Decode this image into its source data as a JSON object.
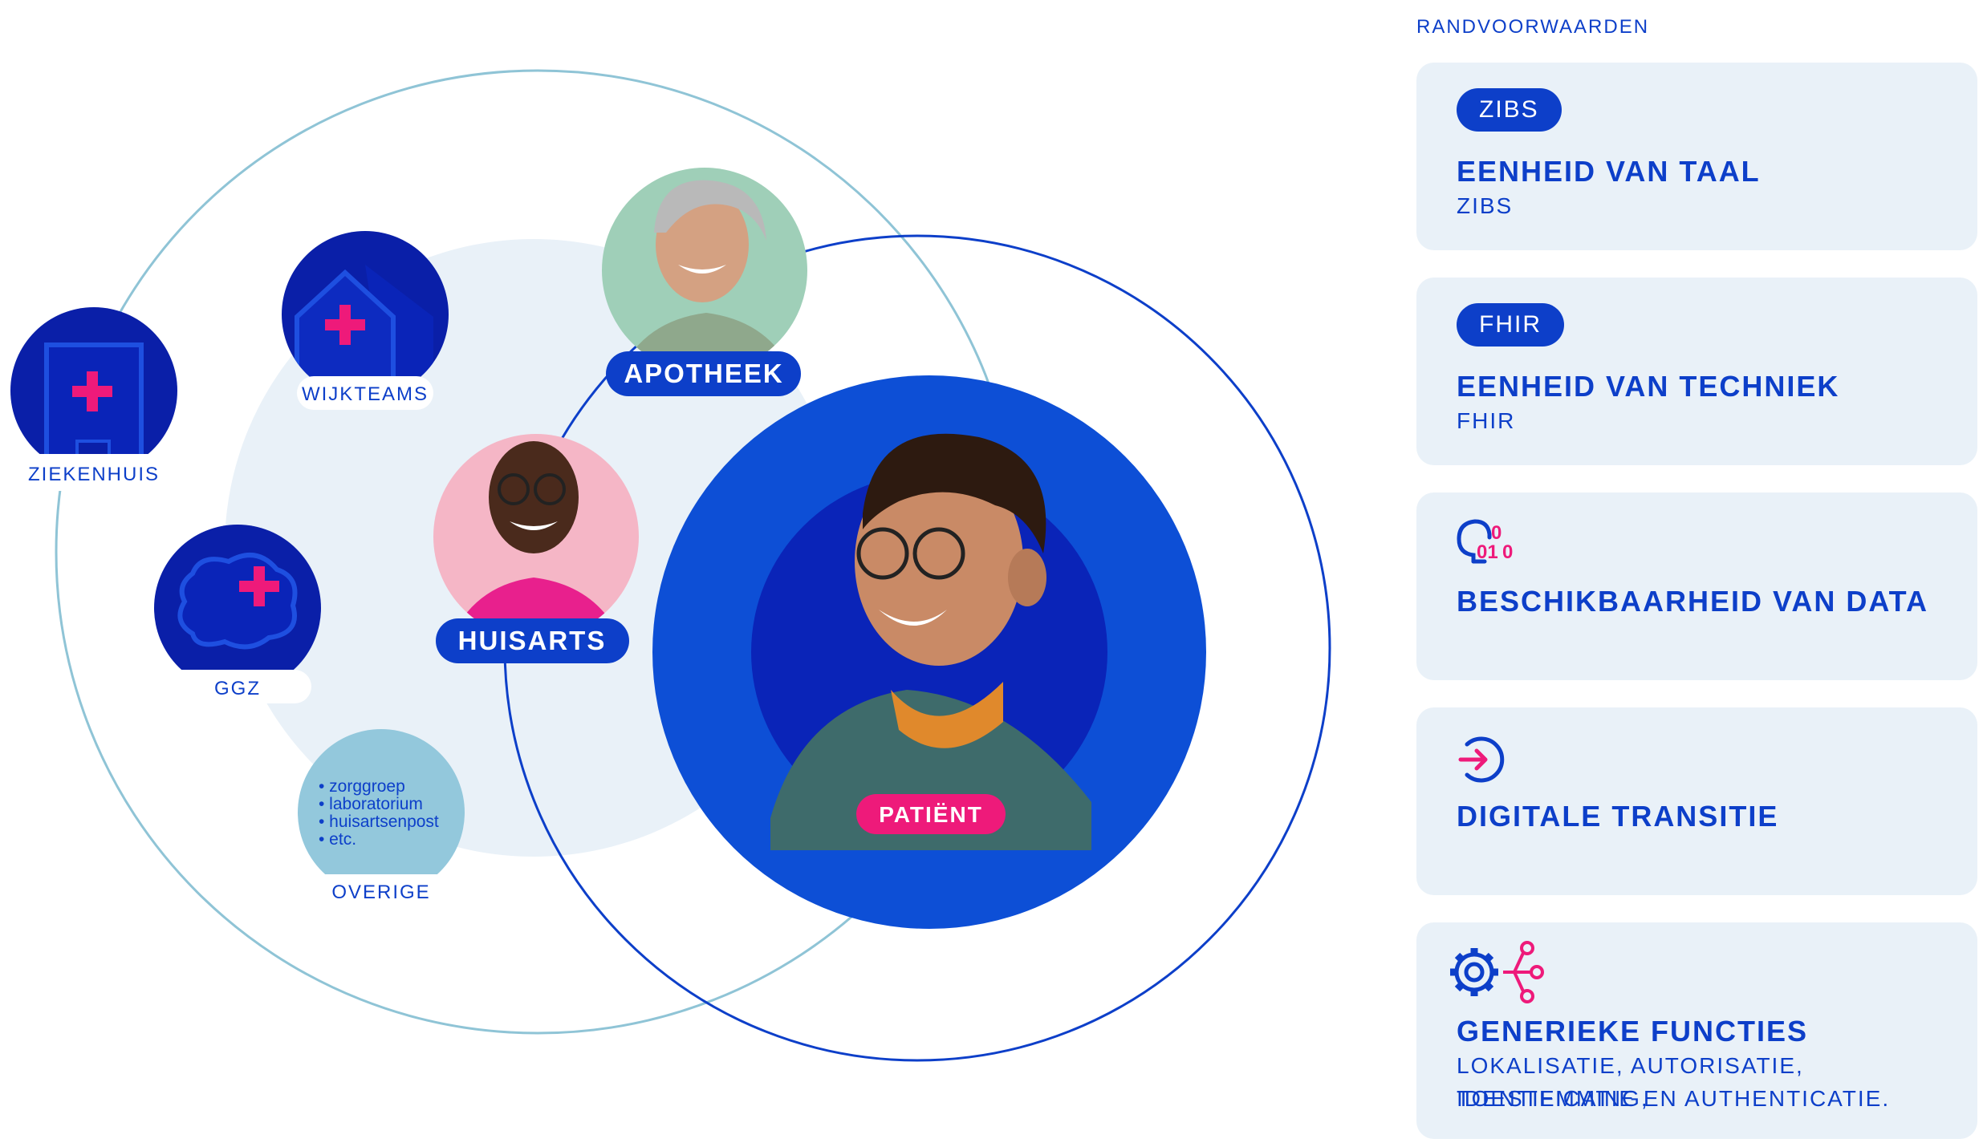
{
  "diagram": {
    "nodes": {
      "ziekenhuis": "ZIEKENHUIS",
      "wijkteams": "WIJKTEAMS",
      "ggz": "GGZ",
      "overige": "OVERIGE",
      "apotheek": "APOTHEEK",
      "huisarts": "HUISARTS",
      "patient": "PATIËNT"
    },
    "overige_list": [
      "• zorggroep",
      "• laboratorium",
      "• huisartsenpost",
      "• etc."
    ],
    "icons": {
      "ziekenhuis": "hospital-building-plus-icon",
      "wijkteams": "house-plus-icon",
      "ggz": "speech-bubbles-plus-icon"
    }
  },
  "panel": {
    "title": "RANDVOORWAARDEN",
    "cards": [
      {
        "badge": "ZIBS",
        "heading": "EENHEID VAN TAAL",
        "sub": "ZIBS"
      },
      {
        "badge": "FHIR",
        "heading": "EENHEID VAN TECHNIEK",
        "sub": "FHIR"
      },
      {
        "icon": "head-binary-data-icon",
        "heading": "BESCHIKBAARHEID VAN DATA"
      },
      {
        "icon": "arrow-in-circle-icon",
        "heading": "DIGITALE TRANSITIE"
      },
      {
        "icon": "gear-network-icon",
        "heading": "GENERIEKE FUNCTIES",
        "sub_lines": [
          "LOKALISATIE, AUTORISATIE, TOESTEMMING,",
          "IDENTIFICATIE EN AUTHENTICATIE."
        ]
      }
    ]
  },
  "colors": {
    "primary_blue": "#0d3fc9",
    "dark_blue": "#0a24b8",
    "navy": "#0a1fa8",
    "accent_pink": "#ee1a7a",
    "light_bg": "#e9f1f8",
    "light_circle": "#e9f1f8",
    "outline_teal": "#8fc4d6",
    "overige_fill": "#93c8dc"
  }
}
